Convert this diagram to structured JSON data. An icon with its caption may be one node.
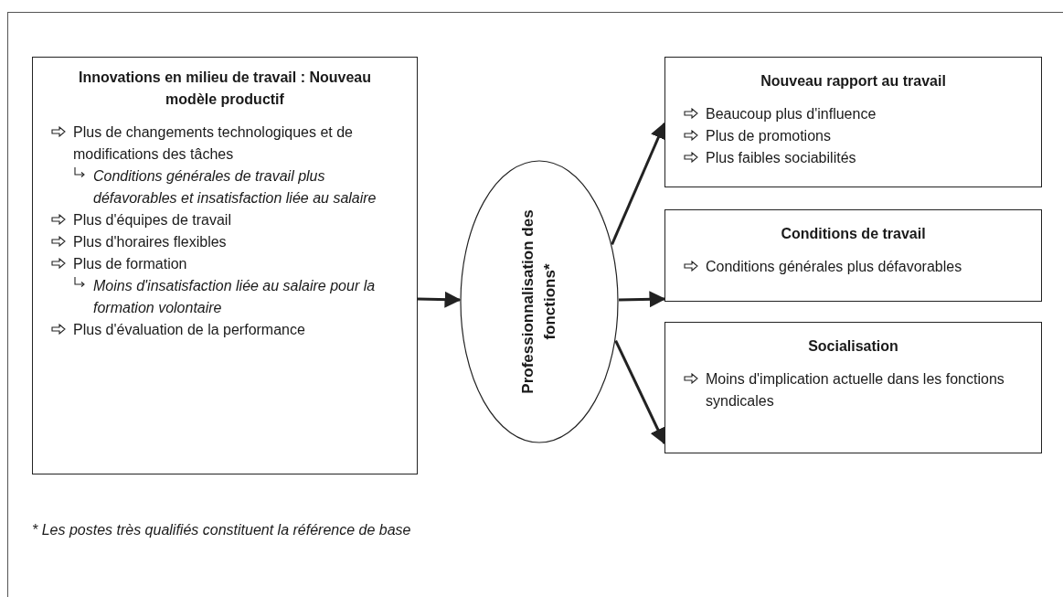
{
  "diagram": {
    "nodes": [
      {
        "text": [
          "Innovations en milieu de travail : Nouveau modèle productif",
          "Plus de changements technologiques et de modifications des tâches",
          "Conditions générales de travail plus défavorables et insatisfaction liée au salaire",
          "Plus d'équipes de travail",
          "Plus d'horaires flexibles",
          "Plus de formation",
          "Moins d'insatisfaction liée au salaire pour la formation volontaire",
          "Plus d'évaluation de la performance"
        ]
      },
      {
        "text": [
          "Professionnalisation des fonctions*"
        ]
      },
      {
        "text": [
          "Nouveau rapport au travail",
          "Beaucoup plus d'influence",
          "Plus de promotions",
          "Plus faibles sociabilités"
        ]
      },
      {
        "text": [
          "Conditions de travail",
          "Conditions générales plus défavorables"
        ]
      },
      {
        "text": [
          "Socialisation",
          "Moins d'implication actuelle dans les fonctions syndicales"
        ]
      }
    ],
    "edges": [
      {
        "from": 0,
        "to": 1,
        "arrow": "to"
      },
      {
        "from": 1,
        "to": 2,
        "arrow": "to"
      },
      {
        "from": 1,
        "to": 3,
        "arrow": "to"
      },
      {
        "from": 1,
        "to": 4,
        "arrow": "to"
      }
    ],
    "labels": [
      "* Les postes très qualifiés constituent la référence de base"
    ]
  }
}
